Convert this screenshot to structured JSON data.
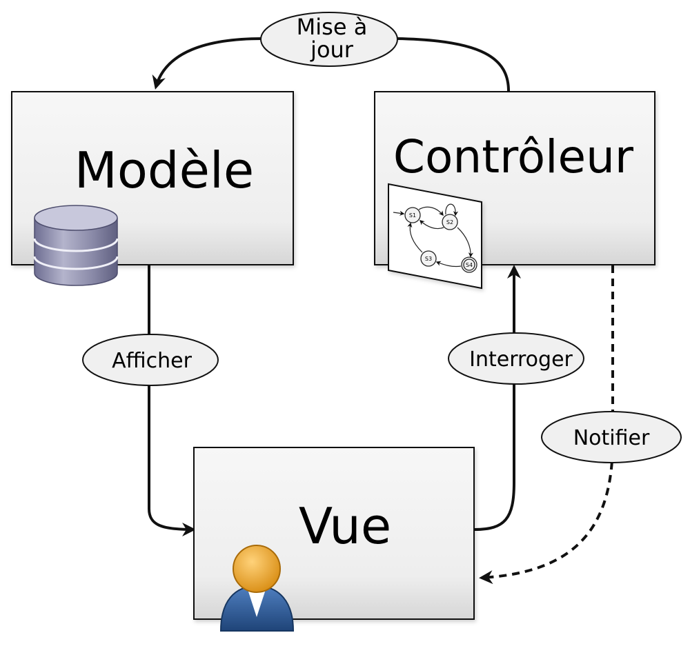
{
  "boxes": {
    "model": {
      "title": "Modèle"
    },
    "controller": {
      "title": "Contrôleur"
    },
    "view": {
      "title": "Vue"
    }
  },
  "edges": {
    "update": {
      "line1": "Mise à",
      "line2": "jour"
    },
    "display": {
      "label": "Afficher"
    },
    "query": {
      "label": "Interroger"
    },
    "notify": {
      "label": "Notifier"
    }
  },
  "state_machine": {
    "states": [
      "S1",
      "S2",
      "S3",
      "S4"
    ]
  },
  "colors": {
    "stroke": "#111111",
    "box_top": "#f4f4f4",
    "box_bottom": "#dcdcdc",
    "ellipse_fill": "#f0f0f0",
    "db_fill": "#8e8eac",
    "avatar_head": "#e8a21e",
    "avatar_body": "#2f5d9a"
  },
  "icons": {
    "database": "database-icon",
    "user": "user-icon",
    "state_diagram": "state-machine-icon"
  }
}
